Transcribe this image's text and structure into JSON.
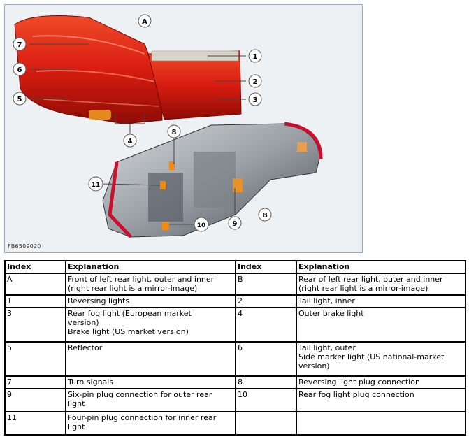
{
  "figure": {
    "code": "FB6509020",
    "callouts": [
      "A",
      "B",
      "1",
      "2",
      "3",
      "4",
      "5",
      "6",
      "7",
      "8",
      "9",
      "10",
      "11"
    ]
  },
  "table": {
    "headers": [
      "Index",
      "Explanation",
      "Index",
      "Explanation"
    ],
    "rows": [
      [
        [
          "A"
        ],
        [
          "Front of left rear light, outer and inner",
          "(right rear light is a mirror-image)"
        ],
        [
          "B"
        ],
        [
          "Rear of left rear light, outer and inner",
          "(right rear light is a mirror-image)"
        ]
      ],
      [
        [
          "1"
        ],
        [
          "Reversing lights"
        ],
        [
          "2"
        ],
        [
          "Tail light, inner"
        ]
      ],
      [
        [
          "3"
        ],
        [
          "Rear fog light (European market",
          "version)",
          "Brake light (US market version)"
        ],
        [
          "4"
        ],
        [
          "Outer brake light"
        ]
      ],
      [
        [
          "5"
        ],
        [
          "Reflector"
        ],
        [
          "6"
        ],
        [
          "Tail light, outer",
          "Side marker light (US national-market",
          "version)"
        ]
      ],
      [
        [
          "7"
        ],
        [
          "Turn signals"
        ],
        [
          "8"
        ],
        [
          "Reversing light plug connection"
        ]
      ],
      [
        [
          "9"
        ],
        [
          "Six-pin plug connection for outer rear",
          "light"
        ],
        [
          "10"
        ],
        [
          "Rear fog light plug connection"
        ]
      ],
      [
        [
          "11"
        ],
        [
          "Four-pin plug connection for inner rear",
          "light"
        ],
        [
          ""
        ],
        [
          ""
        ]
      ]
    ]
  }
}
